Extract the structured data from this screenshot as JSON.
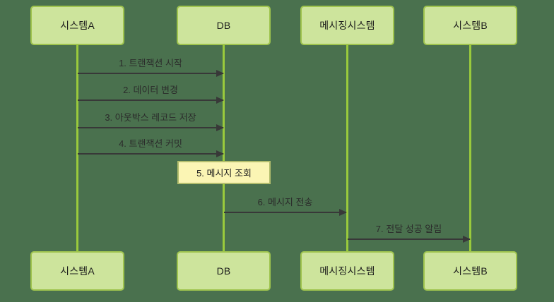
{
  "diagram": {
    "type": "sequence-diagram",
    "participants": [
      {
        "id": "system-a",
        "label": "시스템A"
      },
      {
        "id": "db",
        "label": "DB"
      },
      {
        "id": "messaging",
        "label": "메시징시스템"
      },
      {
        "id": "system-b",
        "label": "시스템B"
      }
    ],
    "messages": [
      {
        "num": 1,
        "label": "1. 트랜잭션 시작",
        "from": "시스템A",
        "to": "DB"
      },
      {
        "num": 2,
        "label": "2. 데이터 변경",
        "from": "시스템A",
        "to": "DB"
      },
      {
        "num": 3,
        "label": "3. 아웃박스 레코드 저장",
        "from": "시스템A",
        "to": "DB"
      },
      {
        "num": 4,
        "label": "4. 트랜잭션 커밋",
        "from": "시스템A",
        "to": "DB"
      },
      {
        "num": 6,
        "label": "6. 메시지 전송",
        "from": "DB",
        "to": "메시징시스템"
      },
      {
        "num": 7,
        "label": "7. 전달 성공 알림",
        "from": "메시징시스템",
        "to": "시스템B"
      }
    ],
    "note": {
      "num": 5,
      "label": "5. 메시지 조회",
      "over": "DB"
    },
    "colors": {
      "background": "#4a714e",
      "participant_fill": "#cde49c",
      "participant_border": "#9fc44e",
      "lifeline": "#9aca3c",
      "arrow": "#383838",
      "message_text": "#2b2b2b",
      "note_fill": "#fbf5b4",
      "note_border": "#b3bd6d"
    }
  }
}
